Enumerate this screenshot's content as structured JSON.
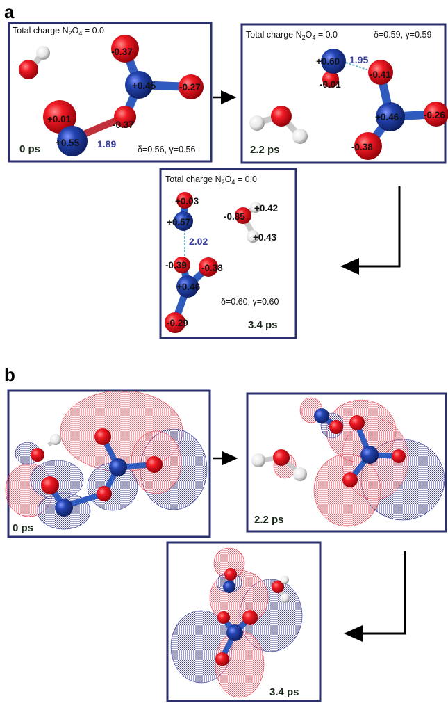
{
  "panels": {
    "a": "a",
    "b": "b"
  },
  "colors": {
    "frame": "#2a2f6e",
    "oxygen": "#e0121b",
    "nitrogen": "#1f3f9e",
    "hydrogen": "#f2f2f2",
    "bond_blue": "#2f5bbf",
    "hbond": "#6fb6c8",
    "mesh_red": "#e63a4a",
    "mesh_blue": "#2c2f8f"
  },
  "header": {
    "text": "Total charge N",
    "sub1": "2",
    "mid": "O",
    "sub2": "4",
    "tail": " = 0.0"
  },
  "frames_a": [
    {
      "time": "0 ps",
      "metrics": "δ=0.56, γ=0.56",
      "distance": "1.89",
      "charges": [
        "-0.37",
        "+0.45",
        "-0.27",
        "-0.37",
        "+0.01",
        "+0.55"
      ]
    },
    {
      "time": "2.2 ps",
      "metrics": "δ=0.59, γ=0.59",
      "distance": "1.95",
      "charges": [
        "+0.60",
        "-0.01",
        "-0.41",
        "+0.46",
        "-0.26",
        "-0.38"
      ]
    },
    {
      "time": "3.4 ps",
      "metrics": "δ=0.60, γ=0.60",
      "distance": "2.02",
      "charges": [
        "+0.03",
        "+0.57",
        "-0.85",
        "+0.42",
        "+0.43",
        "-0.39",
        "-0.38",
        "+0.46",
        "-0.29"
      ]
    }
  ],
  "frames_b": [
    {
      "time": "0 ps"
    },
    {
      "time": "2.2 ps"
    },
    {
      "time": "3.4 ps"
    }
  ]
}
